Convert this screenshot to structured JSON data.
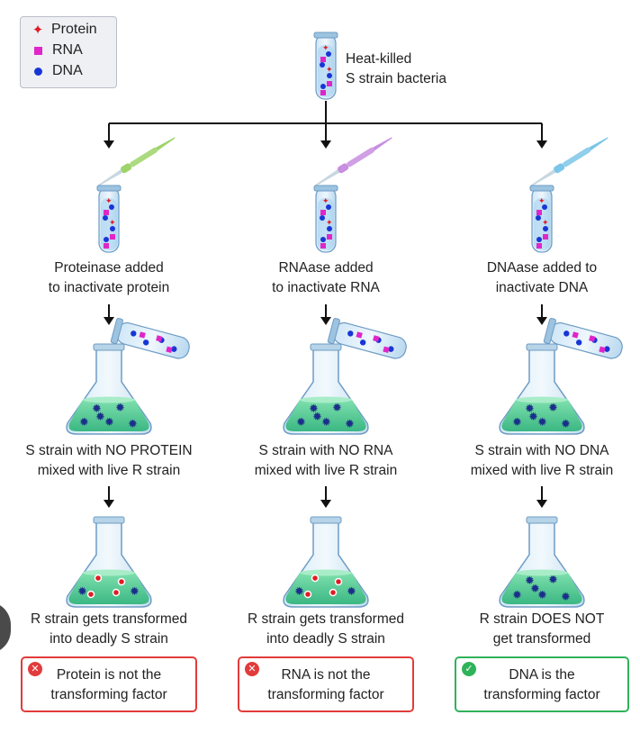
{
  "legend": {
    "items": [
      {
        "label": "Protein",
        "symbol": "red-star"
      },
      {
        "label": "RNA",
        "symbol": "magenta-square"
      },
      {
        "label": "DNA",
        "symbol": "blue-dot"
      }
    ]
  },
  "source": {
    "line1": "Heat-killed",
    "line2": "S strain bacteria"
  },
  "columns": [
    {
      "enzyme_line1": "Proteinase added",
      "enzyme_line2": "to inactivate protein",
      "mix_line1": "S strain with NO PROTEIN",
      "mix_line2": "mixed with live R strain",
      "result_line1": "R strain gets transformed",
      "result_line2": "into deadly S strain",
      "conclusion_line1": "Protein is not the",
      "conclusion_line2": "transforming factor",
      "conclusion_status": "negative",
      "status_icon": "x-circle-icon",
      "pipette_color": "#9ed46a"
    },
    {
      "enzyme_line1": "RNAase added",
      "enzyme_line2": "to inactivate RNA",
      "mix_line1": "S strain with NO RNA",
      "mix_line2": "mixed with live R strain",
      "result_line1": "R strain gets transformed",
      "result_line2": "into deadly S strain",
      "conclusion_line1": "RNA is not the",
      "conclusion_line2": "transforming factor",
      "conclusion_status": "negative",
      "status_icon": "x-circle-icon",
      "pipette_color": "#c88ee0"
    },
    {
      "enzyme_line1": "DNAase added to",
      "enzyme_line2": "inactivate DNA",
      "mix_line1": "S strain with NO DNA",
      "mix_line2": "mixed with live R strain",
      "result_line1": "R strain DOES NOT",
      "result_line2": "get transformed",
      "conclusion_line1": "DNA is the",
      "conclusion_line2": "transforming factor",
      "conclusion_status": "positive",
      "status_icon": "check-circle-icon",
      "pipette_color": "#7cc6e8"
    }
  ],
  "colors": {
    "protein": "#e01b24",
    "rna": "#e026c8",
    "dna": "#1836d6",
    "flask_liquid": "#5fcf9a",
    "negative": "#e23b3b",
    "positive": "#2fb35a"
  }
}
